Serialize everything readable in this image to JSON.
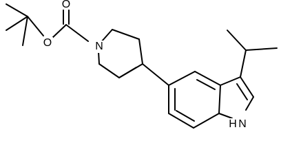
{
  "diagram": {
    "type": "chemical-structure",
    "background_color": "#ffffff",
    "line_color": "#000000",
    "atom_labels": {
      "carbonyl_oxygen": "O",
      "ester_oxygen": "O",
      "piperidine_nitrogen": "N",
      "indole_nh": "H",
      "indole_n": "N"
    }
  }
}
